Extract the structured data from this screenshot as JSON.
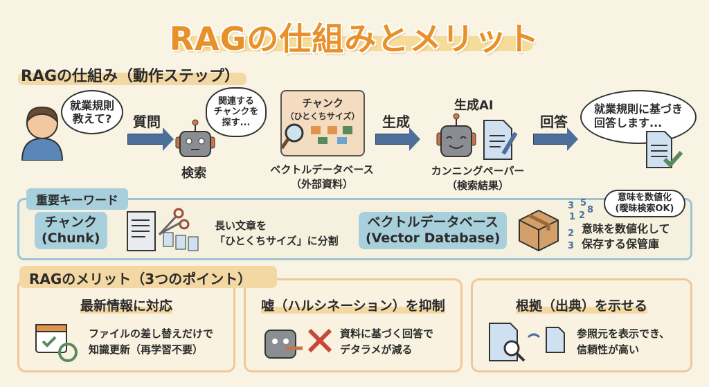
{
  "title": "RAGの仕組みとメリット",
  "flow": {
    "heading": "RAGの仕組み（動作ステップ）",
    "user_bubble": [
      "就業規則",
      "教えて?"
    ],
    "question_label": "質問",
    "search_thought": [
      "関連する",
      "チャンクを",
      "探す..."
    ],
    "search_label": "検索",
    "chunk_card_title": "チャンク",
    "chunk_card_sub": "（ひとくちサイズ）",
    "vdb_label": "ベクトルデータベース",
    "vdb_sub": "（外部資料）",
    "generate_label": "生成",
    "genai_label": "生成AI",
    "cheat_label": "カンニングペーパー",
    "cheat_sub": "（検索結果）",
    "answer_label": "回答",
    "answer_bubble": [
      "就業規則に基づき",
      "回答します..."
    ]
  },
  "keywords": {
    "heading": "重要キーワード",
    "chunk_term": [
      "チャンク",
      "(Chunk)"
    ],
    "chunk_desc": [
      "長い文章を",
      "「ひとくちサイズ」に分割"
    ],
    "vdb_term": [
      "ベクトルデータベース",
      "(Vector Database)"
    ],
    "vdb_desc": [
      "意味を数値化して",
      "保存する保管庫"
    ],
    "vdb_bubble": [
      "意味を数値化",
      "(曖昧検索OK)"
    ],
    "vector_numbers": [
      "3",
      "5",
      "8",
      "1",
      "2",
      "2",
      "3"
    ]
  },
  "merits": {
    "heading": "RAGのメリット（3つのポイント）",
    "cards": [
      {
        "title": "最新情報に対応",
        "desc": [
          "ファイルの差し替えだけで",
          "知識更新（再学習不要）"
        ]
      },
      {
        "title": "嘘（ハルシネーション）を抑制",
        "desc": [
          "資料に基づく回答で",
          "デタラメが減る"
        ]
      },
      {
        "title": "根拠（出典）を示せる",
        "desc": [
          "参照元を表示でき、",
          "信頼性が高い"
        ]
      }
    ]
  },
  "colors": {
    "accent": "#e8902a",
    "arrow": "#4d6f9b",
    "keyword": "#a8d0dc",
    "merit": "#f3d8a4"
  }
}
